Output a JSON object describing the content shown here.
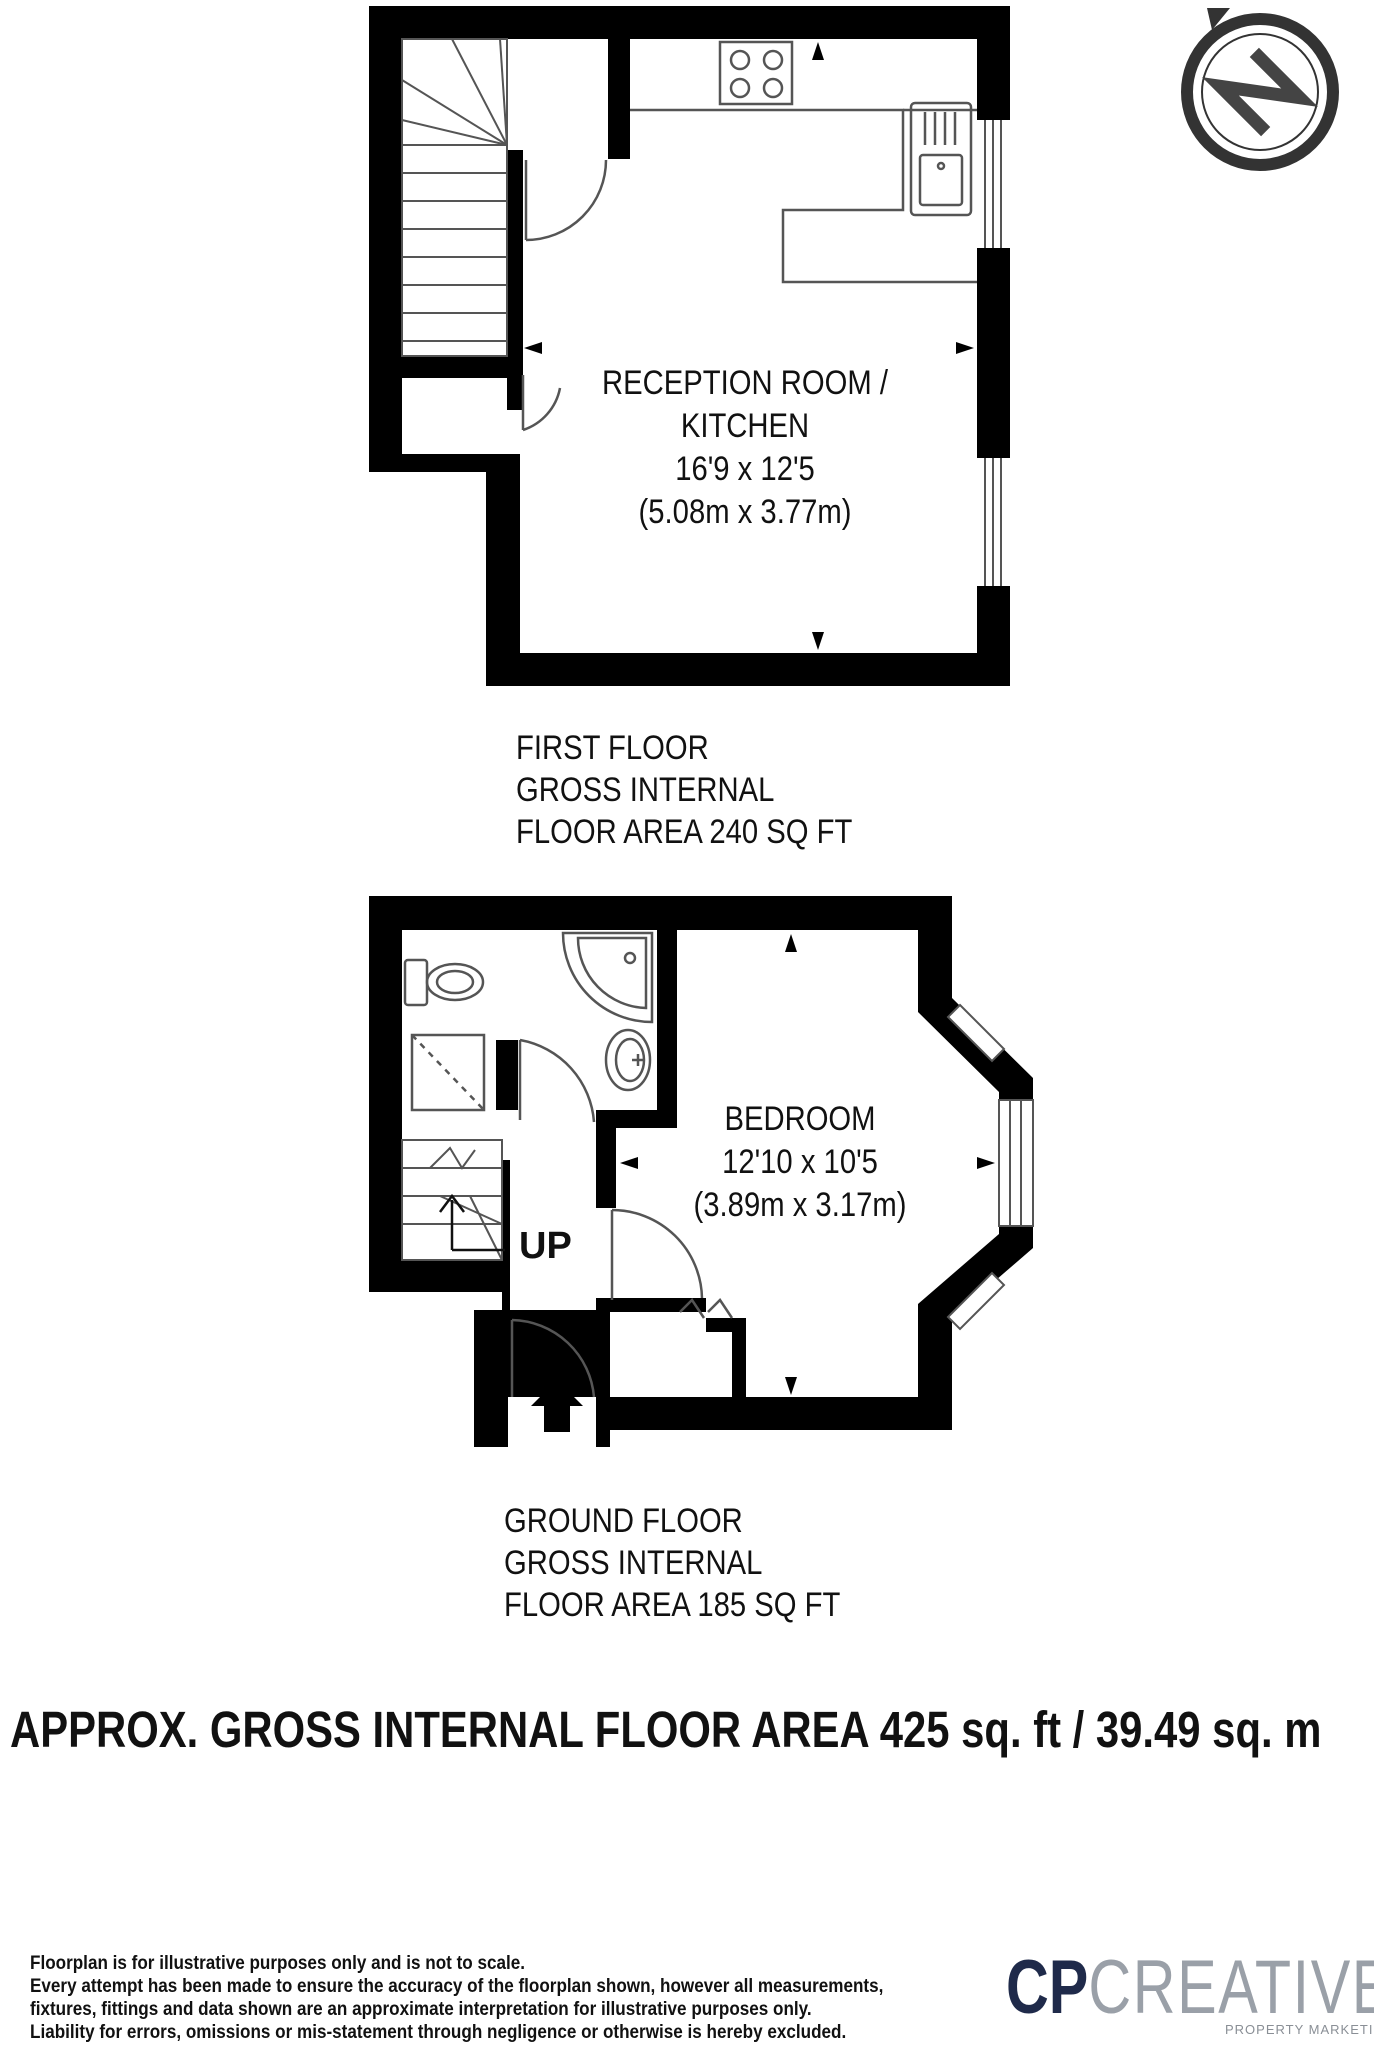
{
  "first_floor": {
    "room_name_line1": "RECEPTION ROOM /",
    "room_name_line2": "KITCHEN",
    "room_size_imperial": "16'9 x 12'5",
    "room_size_metric": "(5.08m x 3.77m)",
    "floor_name": "FIRST FLOOR",
    "area_line1": "GROSS INTERNAL",
    "area_line2": "FLOOR AREA 240 SQ FT"
  },
  "ground_floor": {
    "room_name": "BEDROOM",
    "room_size_imperial": "12'10 x 10'5",
    "room_size_metric": "(3.89m x 3.17m)",
    "stairs_label": "UP",
    "floor_name": "GROUND FLOOR",
    "area_line1": "GROSS INTERNAL",
    "area_line2": "FLOOR AREA 185 SQ FT"
  },
  "total_area": "APPROX. GROSS INTERNAL FLOOR AREA 425 sq. ft / 39.49 sq. m",
  "disclaimer": [
    "Floorplan is for illustrative purposes only and is not to scale.",
    "Every attempt has been made to ensure the accuracy of the floorplan shown, however all measurements,",
    "fixtures, fittings and data shown are an approximate interpretation for illustrative purposes only.",
    "Liability for errors, omissions or mis-statement through negligence or otherwise is hereby excluded."
  ],
  "brand": {
    "name_bold": "CP",
    "name_light": "CREATIVE",
    "tagline": "PROPERTY MARKETING"
  },
  "colors": {
    "wall": "#000000",
    "fixture_line": "#555555",
    "brand_dark": "#1f2a4a",
    "brand_grey": "#9aa0a8"
  },
  "icons": [
    "compass-north-icon",
    "entrance-arrow-icon",
    "stairs-up-arrow-icon"
  ]
}
